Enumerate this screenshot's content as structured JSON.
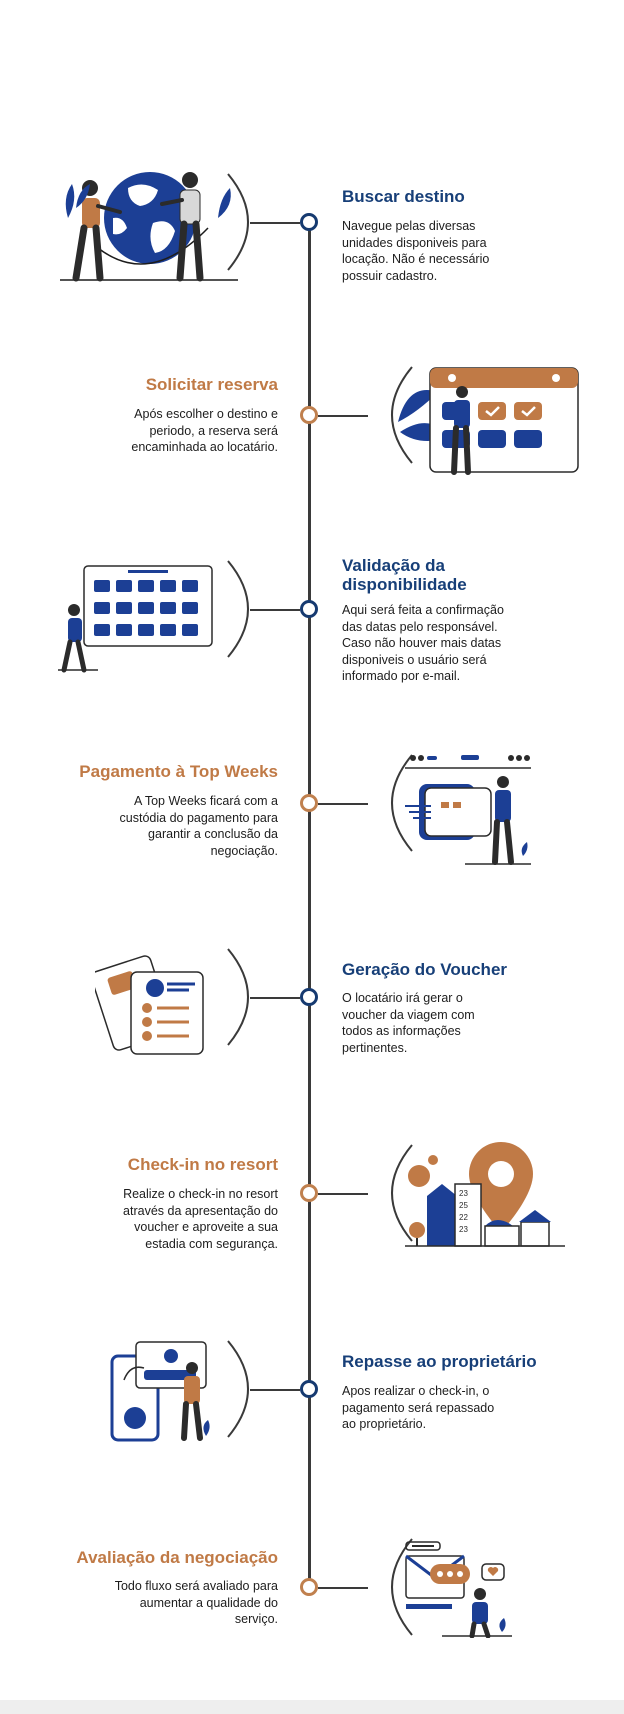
{
  "colors": {
    "blue": "#173f78",
    "orange": "#c07a46",
    "line": "#3a3a3a"
  },
  "steps": [
    {
      "title": "Buscar destino",
      "color": "blue",
      "side": "right",
      "lines": [
        "Navegue pelas diversas",
        "unidades disponiveis para",
        "locação. Não é necessário",
        "possuir cadastro."
      ],
      "icon": "globe-people-icon"
    },
    {
      "title": "Solicitar reserva",
      "color": "orange",
      "side": "left",
      "lines": [
        "Após escolher o destino e",
        "periodo, a reserva será",
        "encaminhada ao locatário."
      ],
      "icon": "calendar-board-icon"
    },
    {
      "title_lines": [
        "Validação da",
        "disponibilidade"
      ],
      "color": "blue",
      "side": "right",
      "lines": [
        "Aqui será feita a confirmação",
        "das datas pelo responsável.",
        "Caso não houver mais datas",
        "disponiveis o usuário será",
        "informado por e-mail."
      ],
      "icon": "schedule-grid-icon"
    },
    {
      "title": "Pagamento à Top Weeks",
      "color": "orange",
      "side": "left",
      "lines": [
        "A Top Weeks ficará com a",
        "custódia do pagamento para",
        "garantir a conclusão da",
        "negociação."
      ],
      "icon": "credit-card-icon"
    },
    {
      "title": "Geração do Voucher",
      "color": "blue",
      "side": "right",
      "lines": [
        "O locatário irá gerar o",
        "voucher da viagem com",
        "todos as informações",
        "pertinentes."
      ],
      "icon": "voucher-document-icon"
    },
    {
      "title": "Check-in no resort",
      "color": "orange",
      "side": "left",
      "lines": [
        "Realize o check-in no resort",
        "através da apresentação do",
        "voucher e aproveite a sua",
        "estadia com segurança."
      ],
      "icon": "resort-location-icon"
    },
    {
      "title": "Repasse ao proprietário",
      "color": "blue",
      "side": "right",
      "lines": [
        "Apos realizar o check-in, o",
        "pagamento será repassado",
        "ao proprietário."
      ],
      "icon": "payment-transfer-icon"
    },
    {
      "title": "Avaliação da negociação",
      "color": "orange",
      "side": "left",
      "lines": [
        "Todo fluxo será avaliado para",
        "aumentar a qualidade do",
        "serviço."
      ],
      "icon": "review-feedback-icon"
    }
  ],
  "illus_text": {
    "calendar_numbers": [
      "23",
      "25",
      "22",
      "23"
    ]
  }
}
